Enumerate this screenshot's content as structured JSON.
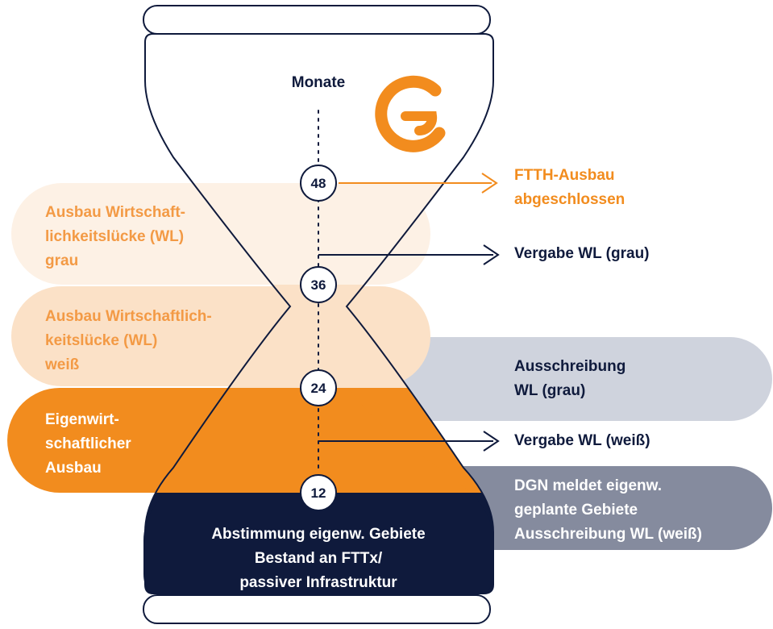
{
  "axis_title": "Monate",
  "milestones": [
    "48",
    "36",
    "24",
    "12"
  ],
  "left_bands": [
    {
      "text": "Ausbau Wirtschaft-\nlichkeitslücke (WL)\ngrau"
    },
    {
      "text": "Ausbau Wirtschaftlich-\nkeitslücke (WL)\nweiß"
    },
    {
      "text": "Eigenwirt-\nschaftlicher\nAusbau"
    }
  ],
  "bottom_box": {
    "text": "Abstimmung eigenw. Gebiete\nBestand an FTTx/\npassiver Infrastruktur"
  },
  "right_items": [
    {
      "text": "FTTH-Ausbau\nabgeschlossen"
    },
    {
      "text": "Vergabe WL (grau)"
    },
    {
      "text": "Ausschreibung\nWL (grau)"
    },
    {
      "text": "Vergabe WL (weiß)"
    },
    {
      "text": "DGN meldet eigenw.\ngeplante Gebiete\nAusschreibung WL (weiß)"
    }
  ],
  "logo": "G-logo",
  "colors": {
    "navy": "#0f1a3c",
    "orange": "#f28c1e",
    "peach_light": "#fdf1e5",
    "peach": "#fbe1c7",
    "grey_light": "#cfd3dd",
    "grey_dark": "#858b9e",
    "white": "#ffffff"
  }
}
